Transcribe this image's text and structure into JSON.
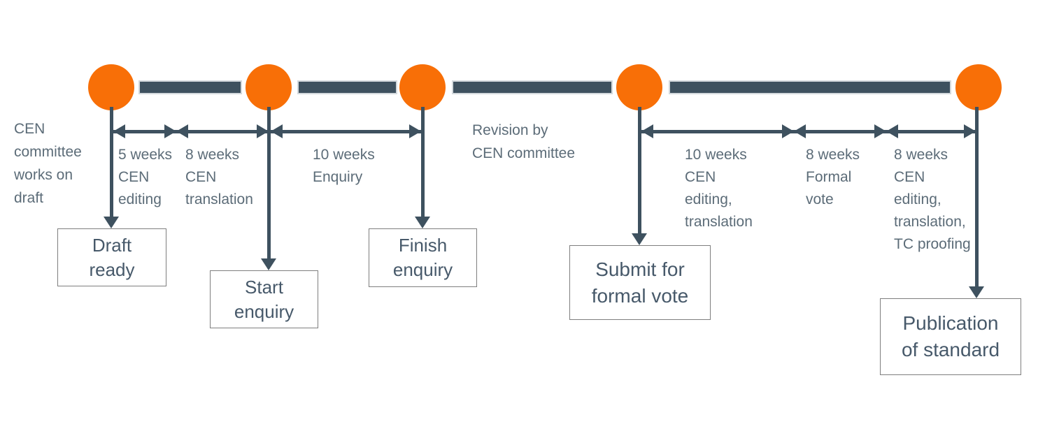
{
  "colors": {
    "milestone_orange": "#f86f07",
    "timeline_slate": "#3e515f",
    "label_text": "#5c6c78",
    "box_text": "#47596a"
  },
  "notes": {
    "left": "CEN\ncommittee\nworks on\ndraft",
    "revision": "Revision by\nCEN committee"
  },
  "durations": [
    {
      "label": "5 weeks\nCEN\nediting"
    },
    {
      "label": "8 weeks\nCEN\ntranslation"
    },
    {
      "label": "10 weeks\nEnquiry"
    },
    {
      "label": "10 weeks\nCEN\nediting,\ntranslation"
    },
    {
      "label": "8 weeks\nFormal\nvote"
    },
    {
      "label": "8 weeks\nCEN\nediting,\ntranslation,\nTC proofing"
    }
  ],
  "milestones": [
    {
      "label": "Draft\nready"
    },
    {
      "label": "Start\nenquiry"
    },
    {
      "label": "Finish\nenquiry"
    },
    {
      "label": "Submit for\nformal vote"
    },
    {
      "label": "Publication\nof standard"
    }
  ]
}
